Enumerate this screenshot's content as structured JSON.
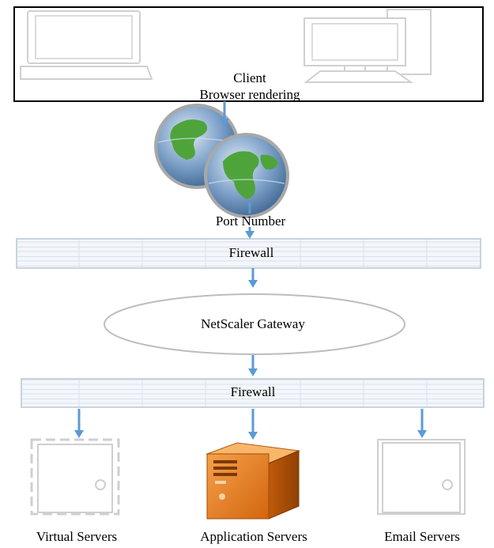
{
  "client": {
    "title": "Client",
    "subtitle": "Browser rendering"
  },
  "internet": {
    "label": "Port Number"
  },
  "firewall_top": {
    "label": "Firewall"
  },
  "gateway": {
    "label": "NetScaler Gateway"
  },
  "firewall_bottom": {
    "label": "Firewall"
  },
  "servers": {
    "virtual": "Virtual Servers",
    "application": "Application Servers",
    "email": "Email Servers"
  },
  "colors": {
    "arrow": "#5b9bd5",
    "outline": "#c8c8c8",
    "globe_ocean": "#5a86b8",
    "globe_land": "#4ea43a",
    "server_orange": "#e07820"
  }
}
